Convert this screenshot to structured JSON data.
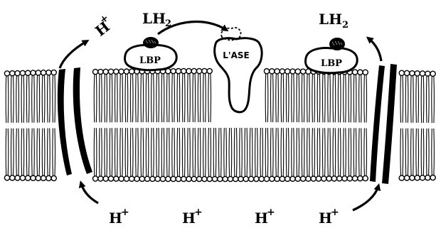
{
  "labels": {
    "h_top_left": "H",
    "h_top_left_charge": "+",
    "lh2_top_center": "LH",
    "lh2_top_center_sub": "2",
    "lh2_top_right": "LH",
    "lh2_top_right_sub": "2",
    "lbp_left": "LBP",
    "lbp_right": "LBP",
    "lase": "L'ASE",
    "h_bottom": [
      {
        "text": "H",
        "charge": "+"
      },
      {
        "text": "H",
        "charge": "+"
      },
      {
        "text": "H",
        "charge": "+"
      },
      {
        "text": "H",
        "charge": "+"
      }
    ]
  }
}
